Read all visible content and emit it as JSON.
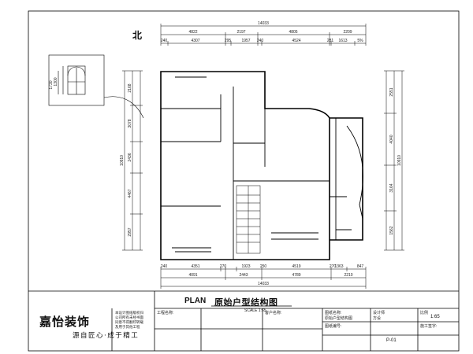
{
  "north_label": "北",
  "scale_note": "SCALE 1:65",
  "plan_label": "PLAN",
  "plan_title": "原始户型结构图",
  "company": {
    "name": "嘉怡装饰",
    "slogan": "源自匠心·成于精工",
    "notice_lines": [
      "本设计图纸版权归",
      "公司所有未经书面",
      "同意不得翻印转载",
      "及用于其他工程"
    ]
  },
  "title_block": {
    "project_label": "工程名称:",
    "client_label": "客户名称:",
    "drawing_name_label": "图纸名称:",
    "drawing_name_value": "原始户型结构图",
    "designer_label": "设计师",
    "designer_value": "方设",
    "scale_label": "比例",
    "scale_value": "1:65",
    "drawing_no_label": "图纸编号:",
    "date_label": "施工签字:",
    "page_no": "P-01"
  },
  "dimensions": {
    "top_total": "14033",
    "top_row_1": [
      "4822",
      "2197",
      "4805",
      "2209"
    ],
    "top_row_2": [
      "240",
      "4307",
      "295",
      "1957",
      "240",
      "4524",
      "281",
      "1613",
      "5%"
    ],
    "bottom_row_1": [
      "240",
      "4351",
      "270",
      "1923",
      "250",
      "4519",
      "270",
      "1363",
      "847"
    ],
    "bottom_row_2": [
      "4091",
      "2443",
      "4789",
      "2210"
    ],
    "bottom_total": "14033",
    "left_total": "10910",
    "left_row": [
      "2168",
      "3078",
      "2436",
      "4467",
      "2957"
    ],
    "right_total": "10910",
    "right_row": [
      "2551",
      "4040",
      "3164",
      "1562"
    ]
  },
  "detail": {
    "height_labels": [
      "1730",
      "1300"
    ]
  }
}
